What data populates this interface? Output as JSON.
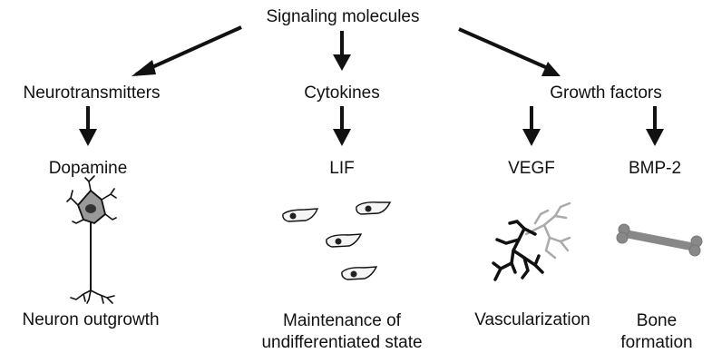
{
  "root": {
    "label": "Signaling molecules"
  },
  "categories": [
    {
      "label": "Neurotransmitters"
    },
    {
      "label": "Cytokines"
    },
    {
      "label": "Growth factors"
    }
  ],
  "molecules": [
    {
      "label": "Dopamine"
    },
    {
      "label": "LIF"
    },
    {
      "label": "VEGF"
    },
    {
      "label": "BMP-2"
    }
  ],
  "outcomes": [
    {
      "line1": "Neuron outgrowth",
      "line2": ""
    },
    {
      "line1": "Maintenance of",
      "line2": "undifferentiated state"
    },
    {
      "line1": "Vascularization",
      "line2": ""
    },
    {
      "line1": "Bone",
      "line2": "formation"
    }
  ],
  "colors": {
    "ink": "#111111",
    "cell_gray": "#888888",
    "vessel_light": "#aaaaaa"
  },
  "icons": [
    "neuron-icon",
    "cells-icon",
    "blood-vessel-icon",
    "bone-icon"
  ]
}
